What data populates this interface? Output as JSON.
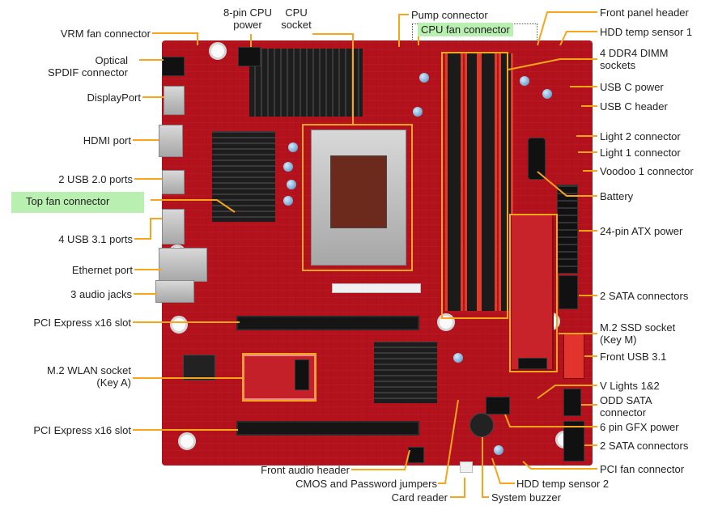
{
  "labels": {
    "vrm_fan": "VRM fan connector",
    "optical_spdif": [
      "Optical",
      "SPDIF connector"
    ],
    "displayport": "DisplayPort",
    "hdmi": "HDMI port",
    "usb20": "2 USB 2.0 ports",
    "top_fan": "Top fan connector",
    "usb31": "4 USB 3.1 ports",
    "ethernet": "Ethernet port",
    "audio_jacks": "3 audio jacks",
    "pcie_1": "PCI Express x16 slot",
    "m2_wlan": [
      "M.2 WLAN socket",
      "(Key A)"
    ],
    "pcie_2": "PCI Express x16 slot",
    "cpu_power": [
      "8-pin CPU",
      "power"
    ],
    "cpu_socket": [
      "CPU",
      "socket"
    ],
    "pump": "Pump connector",
    "cpu_fan": "CPU fan connector",
    "front_panel": "Front panel header",
    "hdd_temp1": "HDD temp sensor 1",
    "dimm": [
      "4 DDR4 DIMM",
      "sockets"
    ],
    "usbc_power": "USB C power",
    "usbc_header": "USB C header",
    "light2": "Light 2 connector",
    "light1": "Light 1 connector",
    "voodoo1": "Voodoo 1 connector",
    "battery": "Battery",
    "atx24": "24-pin ATX power",
    "sata_a": "2 SATA connectors",
    "m2_ssd": [
      "M.2 SSD socket",
      "(Key M)"
    ],
    "front_usb31": "Front USB 3.1",
    "vlights": "V Lights 1&2",
    "odd_sata": [
      "ODD SATA",
      "connector"
    ],
    "gfx6": "6 pin GFX power",
    "sata_b": "2 SATA connectors",
    "pci_fan": "PCI fan connector",
    "hdd_temp2": "HDD temp sensor 2",
    "buzzer": "System buzzer",
    "card_reader": "Card reader",
    "cmos": "CMOS and Password jumpers",
    "front_audio": "Front audio header"
  },
  "colors": {
    "leader": "#f7a51a",
    "board": "#b3121c",
    "label_highlight": "#b9efb1"
  }
}
